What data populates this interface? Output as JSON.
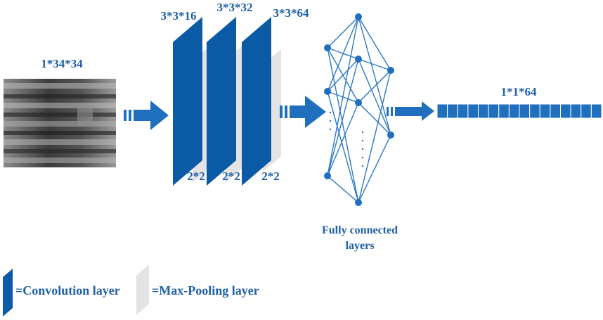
{
  "input": {
    "label": "1*34*34"
  },
  "layers": [
    {
      "conv_label": "3*3*16",
      "pool_label": "2*2"
    },
    {
      "conv_label": "3*3*32",
      "pool_label": "2*2"
    },
    {
      "conv_label": "3*3*64",
      "pool_label": "2*2"
    }
  ],
  "fc": {
    "label_line1": "Fully connected",
    "label_line2": "layers"
  },
  "output": {
    "label": "1*1*64",
    "cell_count": 16
  },
  "legend": {
    "conv_label": "=Convolution layer",
    "pool_label": "=Max-Pooling layer"
  },
  "colors": {
    "conv": "#0b5aa6",
    "pool": "#e3e3e3",
    "arrow": "#1f6fbe",
    "text": "#1f5fa8",
    "output_cell": "#1f6fbe"
  }
}
